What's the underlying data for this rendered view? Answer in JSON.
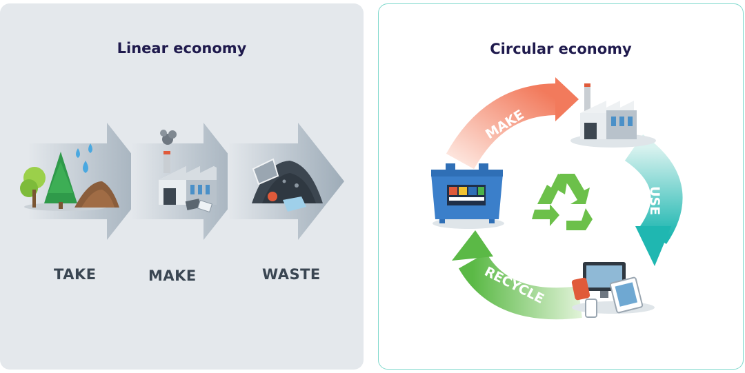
{
  "linear": {
    "title": "Linear economy",
    "steps": [
      {
        "label": "TAKE"
      },
      {
        "label": "MAKE"
      },
      {
        "label": "WASTE"
      }
    ]
  },
  "circular": {
    "title": "Circular economy",
    "arcs": [
      {
        "label": "MAKE",
        "color": "#f27a5c"
      },
      {
        "label": "USE",
        "color": "#1fb7b1"
      },
      {
        "label": "RECYCLE",
        "color": "#5bb946"
      }
    ],
    "center_icon": "recycle-icon"
  },
  "colors": {
    "title": "#1f1a4d",
    "linear_bg": "#e4e8ec",
    "circular_border": "#7fd8cc",
    "recycle_green": "#6cc04a"
  }
}
